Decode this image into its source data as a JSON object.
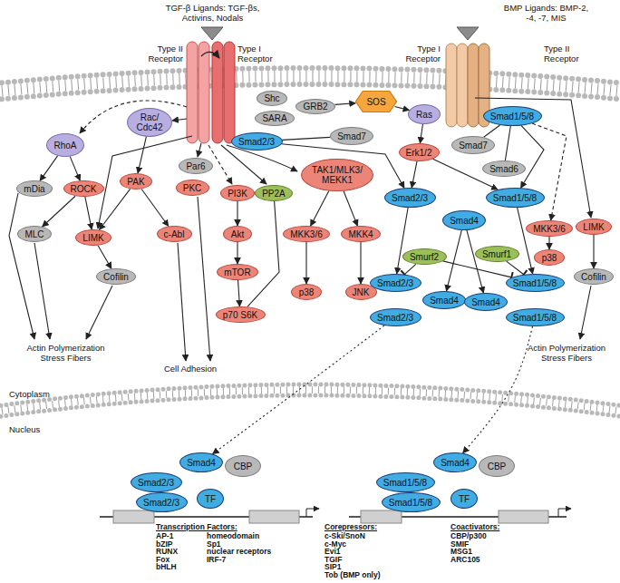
{
  "diagram": {
    "nodes": [
      {
        "text": [
          "RhoA"
        ]
      },
      {
        "text": [
          "mDia"
        ]
      },
      {
        "text": [
          "ROCK"
        ]
      },
      {
        "text": [
          "MLC"
        ]
      },
      {
        "text": [
          "LIMK"
        ]
      },
      {
        "text": [
          "Cofilin"
        ]
      },
      {
        "text": [
          "Rac/ Cdc42"
        ]
      },
      {
        "text": [
          "PAK"
        ]
      },
      {
        "text": [
          "c-Abl"
        ]
      },
      {
        "text": [
          "Par6"
        ]
      },
      {
        "text": [
          "PKC"
        ]
      },
      {
        "text": [
          "PI3K"
        ]
      },
      {
        "text": [
          "Akt"
        ]
      },
      {
        "text": [
          "mTOR"
        ]
      },
      {
        "text": [
          "p70 S6K"
        ]
      },
      {
        "text": [
          "PP2A"
        ]
      },
      {
        "text": [
          "TAK1/MLK3/ MEKK1"
        ]
      },
      {
        "text": [
          "MKK3/6"
        ]
      },
      {
        "text": [
          "MKK4"
        ]
      },
      {
        "text": [
          "p38"
        ]
      },
      {
        "text": [
          "JNK"
        ]
      },
      {
        "text": [
          "Shc"
        ]
      },
      {
        "text": [
          "SARA"
        ]
      },
      {
        "text": [
          "GRB2"
        ]
      },
      {
        "text": [
          "Smad2/3"
        ]
      },
      {
        "text": [
          "Smad7"
        ]
      },
      {
        "text": [
          "SOS"
        ]
      },
      {
        "text": [
          "Ras"
        ]
      },
      {
        "text": [
          "Erk1/2"
        ]
      },
      {
        "text": [
          "Smad1/5/8"
        ]
      },
      {
        "text": [
          "Smad7"
        ]
      },
      {
        "text": [
          "Smad6"
        ]
      },
      {
        "text": [
          "MKK3/6"
        ]
      },
      {
        "text": [
          "p38"
        ]
      },
      {
        "text": [
          "LIMK"
        ]
      },
      {
        "text": [
          "Cofilin"
        ]
      },
      {
        "text": [
          "Smad2/3"
        ]
      },
      {
        "text": [
          "Smad4"
        ]
      },
      {
        "text": [
          "Smad1/5/8"
        ]
      },
      {
        "text": [
          "Smurf2"
        ]
      },
      {
        "text": [
          "Smurf1"
        ]
      },
      {
        "text": [
          "Smad2/3"
        ]
      },
      {
        "text": [
          "Smad4"
        ]
      },
      {
        "text": [
          "Smad2/3"
        ]
      },
      {
        "text": [
          "Smad1/5/8"
        ]
      },
      {
        "text": [
          "Smad4"
        ]
      },
      {
        "text": [
          "Smad1/5/8"
        ]
      },
      {
        "text": [
          "Smad4"
        ]
      },
      {
        "text": [
          "CBP"
        ]
      },
      {
        "text": [
          "Smad2/3"
        ]
      },
      {
        "text": [
          "Smad2/3"
        ]
      },
      {
        "text": [
          "TF"
        ]
      },
      {
        "text": [
          "Smad4"
        ]
      },
      {
        "text": [
          "CBP"
        ]
      },
      {
        "text": [
          "Smad1/5/8"
        ]
      },
      {
        "text": [
          "Smad1/5/8"
        ]
      },
      {
        "text": [
          "TF"
        ]
      }
    ],
    "edges": [
      {
        "from": 0,
        "to": 1,
        "arrow": "to"
      },
      {
        "from": 0,
        "to": 2,
        "arrow": "to"
      },
      {
        "from": 2,
        "to": 3,
        "arrow": "to"
      },
      {
        "from": 2,
        "to": 4,
        "arrow": "to"
      },
      {
        "from": 6,
        "to": 7,
        "arrow": "to"
      },
      {
        "from": 7,
        "to": 4,
        "arrow": "to"
      },
      {
        "from": 7,
        "to": 8,
        "arrow": "to"
      },
      {
        "from": 4,
        "to": 5,
        "arrow": "to"
      },
      {
        "from": 11,
        "to": 12,
        "arrow": "to"
      },
      {
        "from": 12,
        "to": 13,
        "arrow": "to"
      },
      {
        "from": 13,
        "to": 14,
        "arrow": "to"
      },
      {
        "from": 15,
        "to": 14,
        "arrow": "none"
      },
      {
        "from": 16,
        "to": 17,
        "arrow": "to"
      },
      {
        "from": 16,
        "to": 18,
        "arrow": "to"
      },
      {
        "from": 17,
        "to": 19,
        "arrow": "to"
      },
      {
        "from": 18,
        "to": 20,
        "arrow": "to"
      },
      {
        "from": 23,
        "to": 26,
        "arrow": "to"
      },
      {
        "from": 26,
        "to": 27,
        "arrow": "to"
      },
      {
        "from": 27,
        "to": 28,
        "arrow": "to"
      },
      {
        "from": 24,
        "to": 25,
        "arrow": "none"
      },
      {
        "from": 24,
        "to": 36,
        "arrow": "to"
      },
      {
        "from": 28,
        "to": 36,
        "arrow": "to"
      },
      {
        "from": 28,
        "to": 38,
        "arrow": "to"
      },
      {
        "from": 29,
        "to": 30,
        "arrow": "none"
      },
      {
        "from": 29,
        "to": 31,
        "arrow": "none"
      },
      {
        "from": 29,
        "to": 38,
        "arrow": "to"
      },
      {
        "from": 29,
        "to": 32,
        "arrow": "to"
      },
      {
        "from": 32,
        "to": 33,
        "arrow": "to"
      },
      {
        "from": 34,
        "to": 35,
        "arrow": "to"
      },
      {
        "from": 36,
        "to": 41,
        "arrow": "to"
      },
      {
        "from": 37,
        "to": 42,
        "arrow": "to"
      },
      {
        "from": 37,
        "to": 45,
        "arrow": "to"
      },
      {
        "from": 38,
        "to": 44,
        "arrow": "to"
      },
      {
        "from": 39,
        "to": 41,
        "arrow": "to"
      },
      {
        "from": 39,
        "to": 44,
        "arrow": "to"
      },
      {
        "from": 40,
        "to": 44,
        "arrow": "to"
      },
      {
        "from": 43,
        "to": 47,
        "arrow": "to"
      },
      {
        "from": 46,
        "to": 52,
        "arrow": "to"
      }
    ],
    "labels": [
      "TGF-β Ligands: TGF-βs, Activins, Nodals",
      "BMP Ligands: BMP-2, -4, -7, MIS",
      "Type II Receptor",
      "Type I Receptor",
      "Type I Receptor",
      "Type II Receptor",
      "Actin Polymerization Stress Fibers",
      "Cell Adhesion",
      "Actin Polymerization Stress Fibers",
      "Cytoplasm",
      "Nucleus",
      "Transcription Factors:",
      "AP-1",
      "bZIP",
      "RUNX",
      "Fox",
      "bHLH",
      "homeodomain",
      "Sp1",
      "nuclear receptors",
      "IRF-7",
      "Corepressors:",
      "c-Ski/SnoN",
      "c-Myc",
      "Evi1",
      "TGIF",
      "SIP1",
      "Tob (BMP only)",
      "Coactivators:",
      "CBP/p300",
      "SMIF",
      "MSG1",
      "ARC105"
    ]
  }
}
